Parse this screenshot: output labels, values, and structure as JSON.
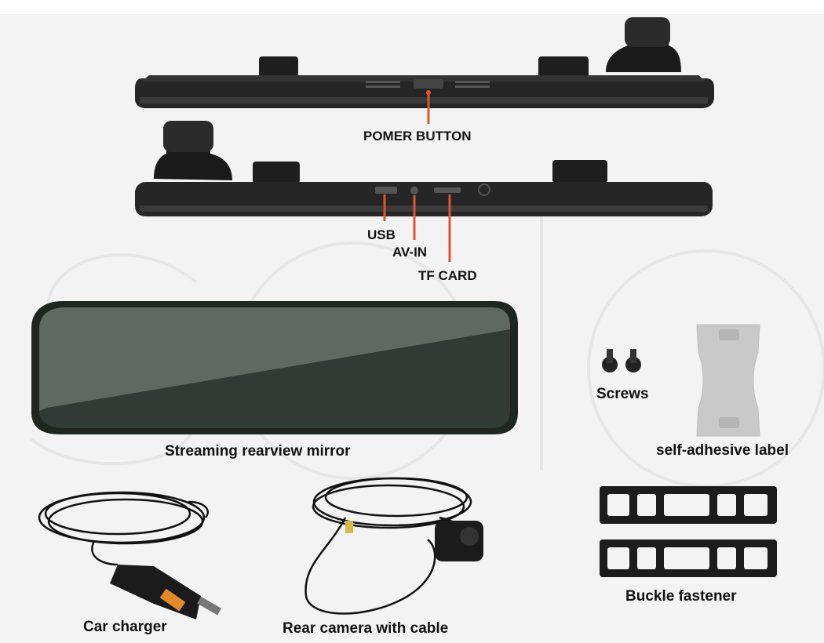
{
  "labels": {
    "power_button": "POMER BUTTON",
    "usb": "USB",
    "av_in": "AV-IN",
    "tf_card": "TF CARD",
    "mirror": "Streaming  rearview mirror",
    "screws": "Screws",
    "self_adhesive": "self-adhesive label",
    "car_charger": "Car charger",
    "rear_camera": "Rear camera with cable",
    "buckle": "Buckle fastener"
  },
  "accent_color": "#e2572a"
}
